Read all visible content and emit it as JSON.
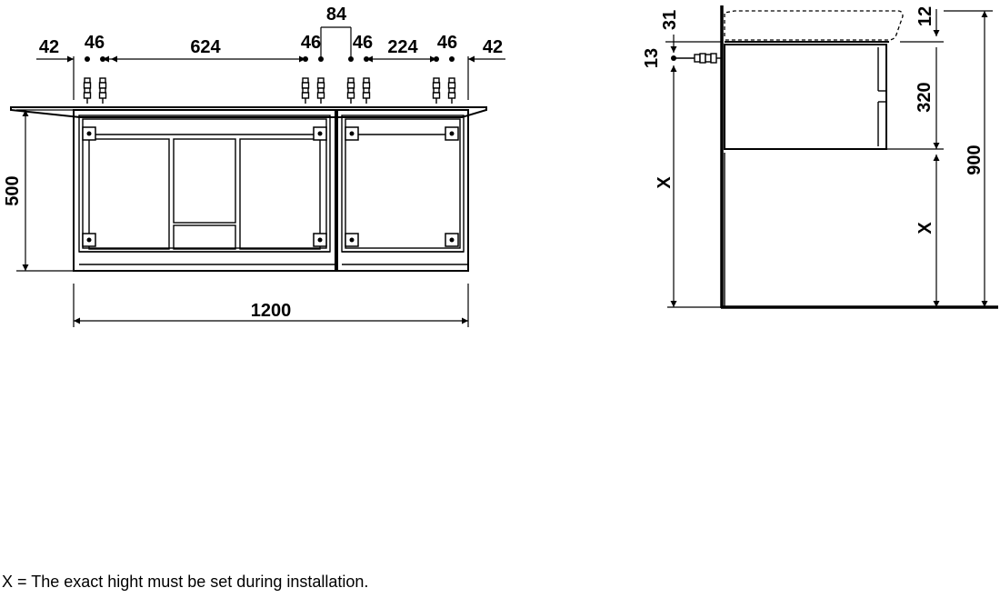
{
  "front_view": {
    "top_dims": [
      "42",
      "46",
      "624",
      "46",
      "46",
      "224",
      "46",
      "42"
    ],
    "center_dim": "84",
    "height_dim": "500",
    "width_dim": "1200"
  },
  "side_view": {
    "dim_31": "31",
    "dim_13": "13",
    "dim_12": "12",
    "dim_320": "320",
    "dim_900": "900",
    "x_left": "X",
    "x_right": "X"
  },
  "footnote": "X = The exact hight must be set during installation."
}
